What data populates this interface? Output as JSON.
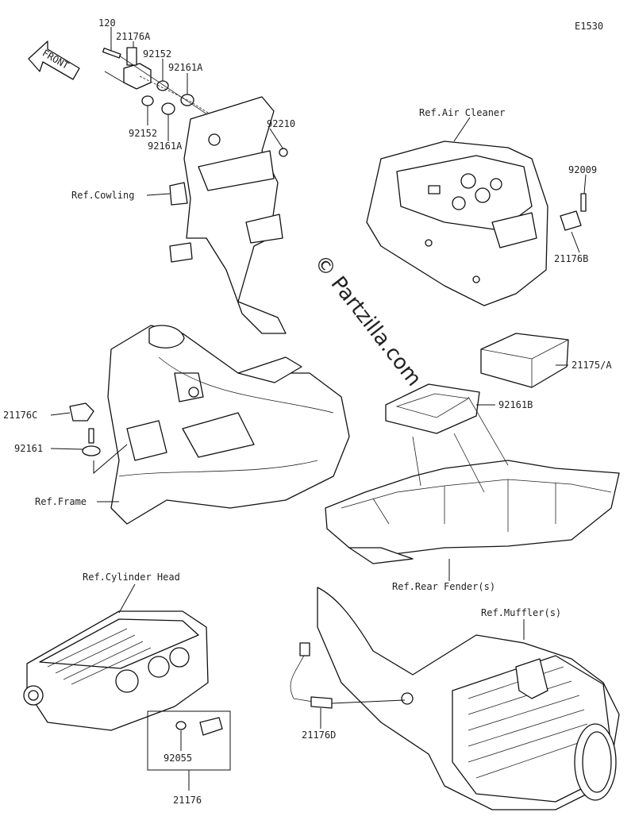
{
  "diagram_code": "E1530",
  "front_arrow_label": "FRONT",
  "watermark": "© Partzilla.com",
  "callouts": {
    "p120": "120",
    "p21176A": "21176A",
    "p92152_top": "92152",
    "p92161A_top": "92161A",
    "p92152_bottom": "92152",
    "p92161A_bottom": "92161A",
    "p92210": "92210",
    "ref_cowling": "Ref.Cowling",
    "ref_air_cleaner": "Ref.Air Cleaner",
    "p92009": "92009",
    "p21176B": "21176B",
    "p21175A": "21175/A",
    "p92161B": "92161B",
    "p21176C": "21176C",
    "p92161": "92161",
    "ref_frame": "Ref.Frame",
    "ref_rear_fender": "Ref.Rear Fender(s)",
    "ref_cylinder_head": "Ref.Cylinder Head",
    "ref_muffler": "Ref.Muffler(s)",
    "p92055": "92055",
    "p21176": "21176",
    "p21176D": "21176D"
  }
}
